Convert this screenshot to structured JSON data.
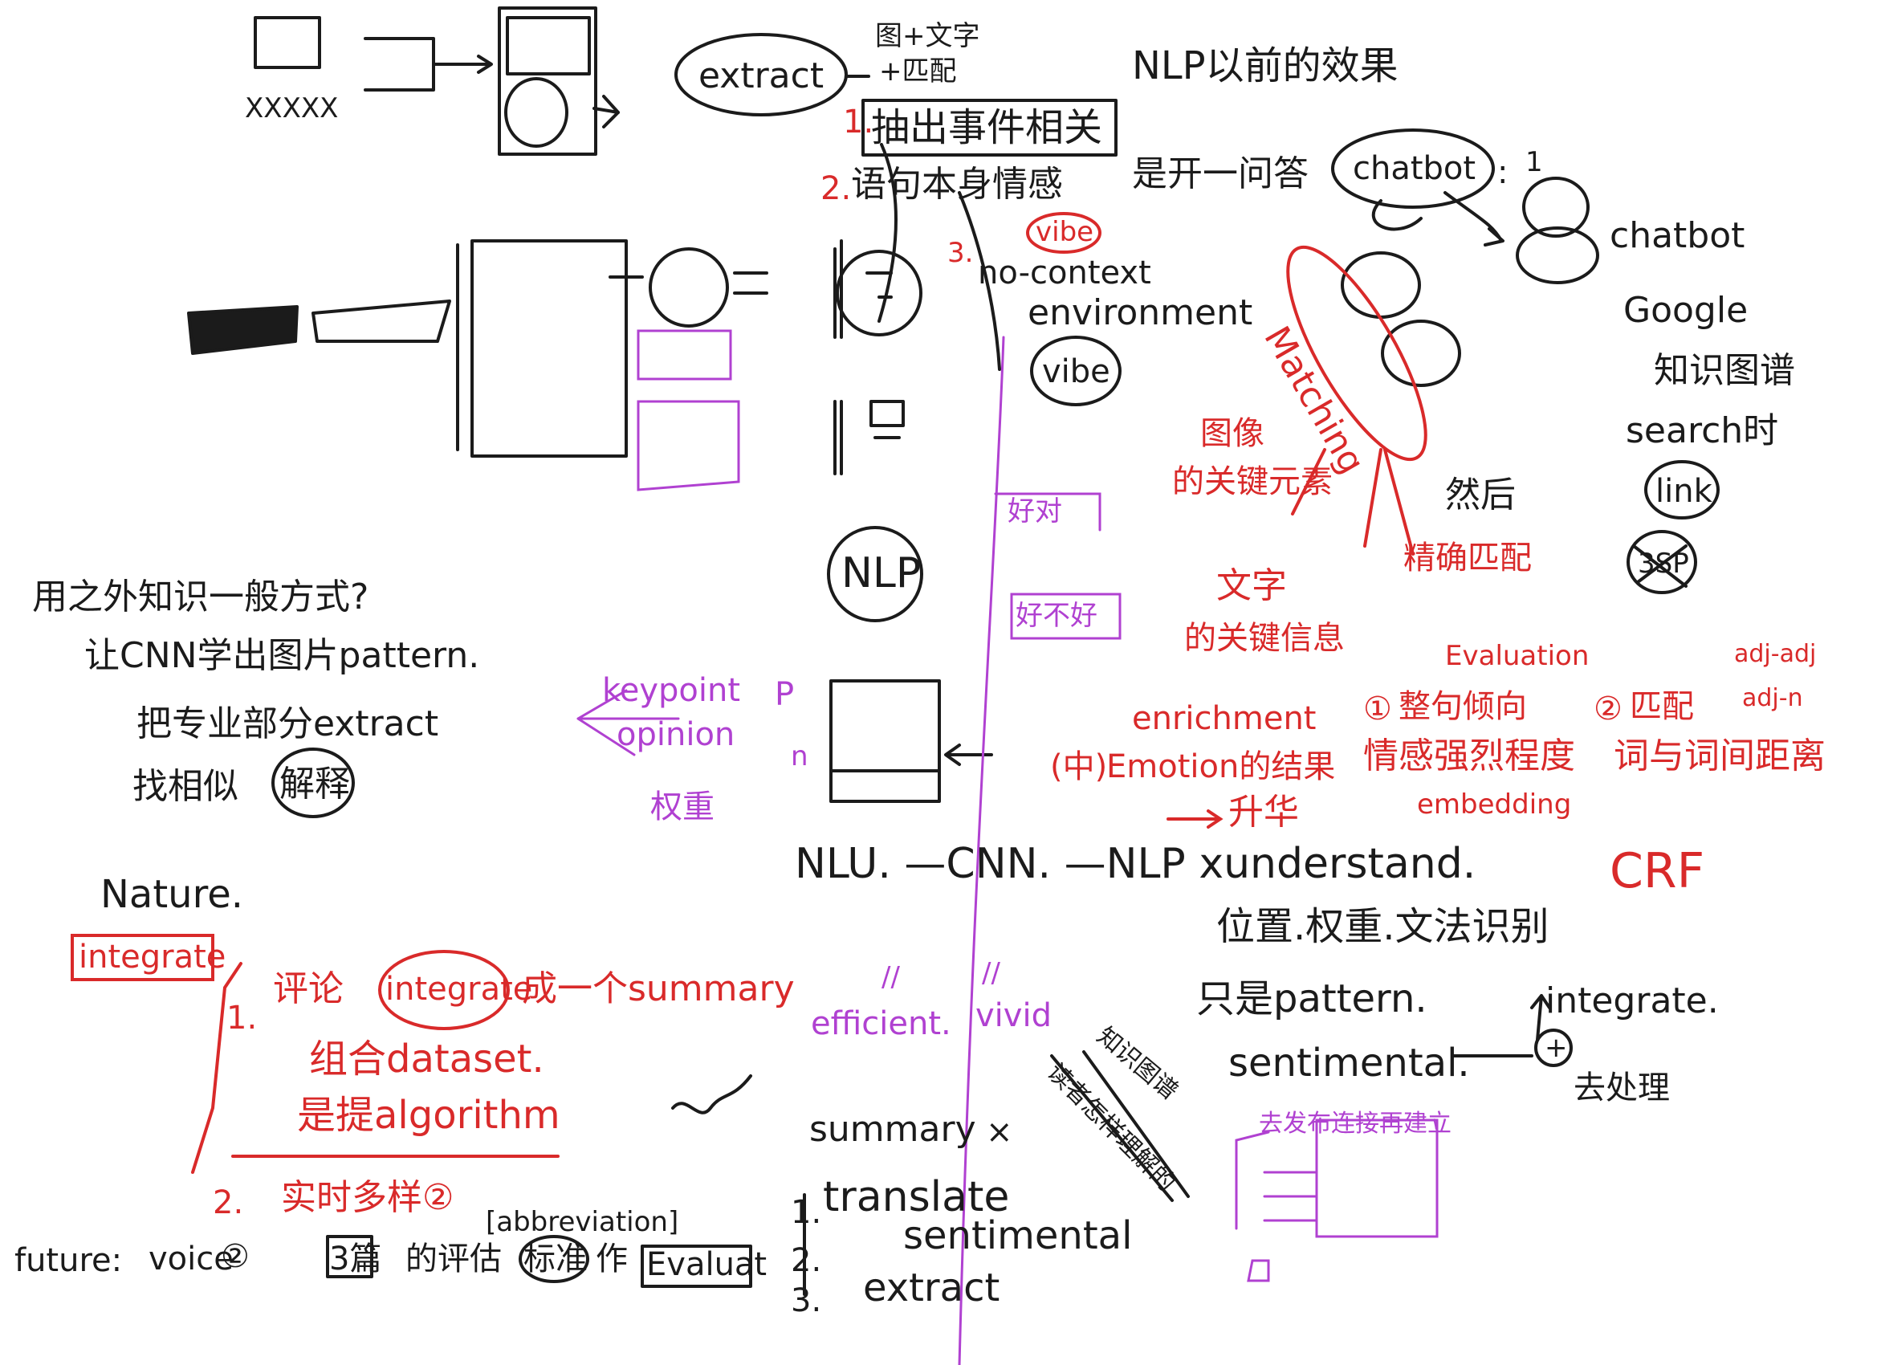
{
  "colors": {
    "ink": "#1b1b1b",
    "red": "#d92a2a",
    "purple": "#b041d1",
    "paper": "#ffffff"
  },
  "top": {
    "sketch_label": "XXXXX",
    "extract": "extract",
    "chinese_note_1": "图+文字",
    "chinese_note_2": "+匹配",
    "title_note": "NLP以前的效果",
    "item1": "1.",
    "item1_text": "抽出事件相关",
    "item2": "2.",
    "item2_text": "语句本身情感",
    "item3": "3.",
    "vibe_top": "vibe",
    "context": "no-context",
    "chatbot_line": "是开一问答",
    "chatbot_circled": "chatbot",
    "chatbot_colon": ":",
    "one_mark": "1"
  },
  "right": {
    "chatbot": "chatbot",
    "google": "Google",
    "knowledge_graph": "知识图谱",
    "search": "search时",
    "then": "然后",
    "link": "link",
    "scraped": "3SP",
    "environment": "environment",
    "vibe_circled": "vibe",
    "matching": "Matching",
    "image_note_1": "图像",
    "image_note_2": "的关键元素",
    "precise": "精确匹配",
    "text_note_1": "文字",
    "text_note_2": "的关键信息",
    "evaluation": "Evaluation",
    "adj1": "adj-adj",
    "adj2": "adj-n",
    "circ1": "①",
    "circ1_text": "整句倾向",
    "circ2": "②",
    "circ2_text": "匹配",
    "emotion_degree": "情感强烈程度",
    "word_distance": "词与词间距离",
    "embedding": "embedding",
    "enrichment": "enrichment",
    "emotion_result_prefix": "(中)",
    "emotion_result": "Emotion的结果",
    "upgrade": "升华",
    "crf": "CRF"
  },
  "middle": {
    "keypoint": "keypoint",
    "opinion": "opinion",
    "weight": "权重",
    "p": "P",
    "n": "n",
    "nlu_line": "NLU. —CNN. —NLP xunderstand.",
    "position_line": "位置.权重.文法识别",
    "pattern_line": "只是pattern.",
    "sentimental": "sentimental.",
    "integrate": "integrate.",
    "plus": "+",
    "process": "去处理",
    "efficient": "efficient.",
    "vivid": "vivid",
    "mark1": "//",
    "mark2": "//",
    "summary": "summary",
    "x_mark": "×",
    "list1_num": "1.",
    "list1": "translate",
    "list2_num": "2.",
    "list2": "sentimental",
    "list3_num": "3.",
    "list3": "extract",
    "diag1": "知识图谱",
    "diag2": "读者怎样理解的",
    "box_note": "去发布连接再建立",
    "positive": "好对",
    "not_good": "好不好",
    "nlp_circle": "NLP"
  },
  "left": {
    "q_line": "用之外知识一般方式?",
    "cnn_line": "让CNN学出图片pattern.",
    "extract_line": "把专业部分extract",
    "explain_line_a": "找相似",
    "explain_circled": "解释",
    "nature": "Nature.",
    "integrate_box": "integrate",
    "n1": "1.",
    "review_a": "评论",
    "review_circled": "integrate",
    "review_b": "成一个summary",
    "dataset": "组合dataset.",
    "algorithm": "是提algorithm",
    "n2": "2.",
    "realtime": "实时多样②",
    "future": "future:",
    "voice": "voice",
    "voice_mark": "②",
    "abbreviation": "[abbreviation]",
    "three_box": "3篇",
    "eval_text": "的评估",
    "eval_circled": "标准",
    "eval_text2": "作",
    "evaluat": "Evaluat"
  }
}
